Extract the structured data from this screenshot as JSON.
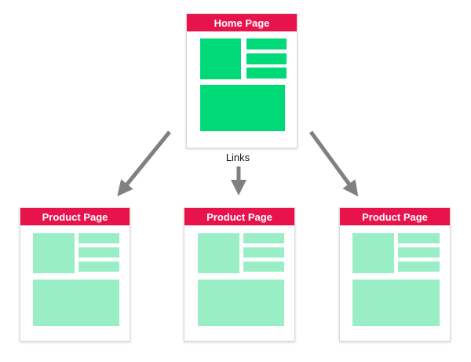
{
  "colors": {
    "header": "#e8134b",
    "home_block": "#00d977",
    "product_block": "#99eec6",
    "arrow": "#808080"
  },
  "home_page": {
    "title": "Home Page"
  },
  "links_label": "Links",
  "product_pages": [
    {
      "title": "Product Page"
    },
    {
      "title": "Product Page"
    },
    {
      "title": "Product Page"
    }
  ]
}
